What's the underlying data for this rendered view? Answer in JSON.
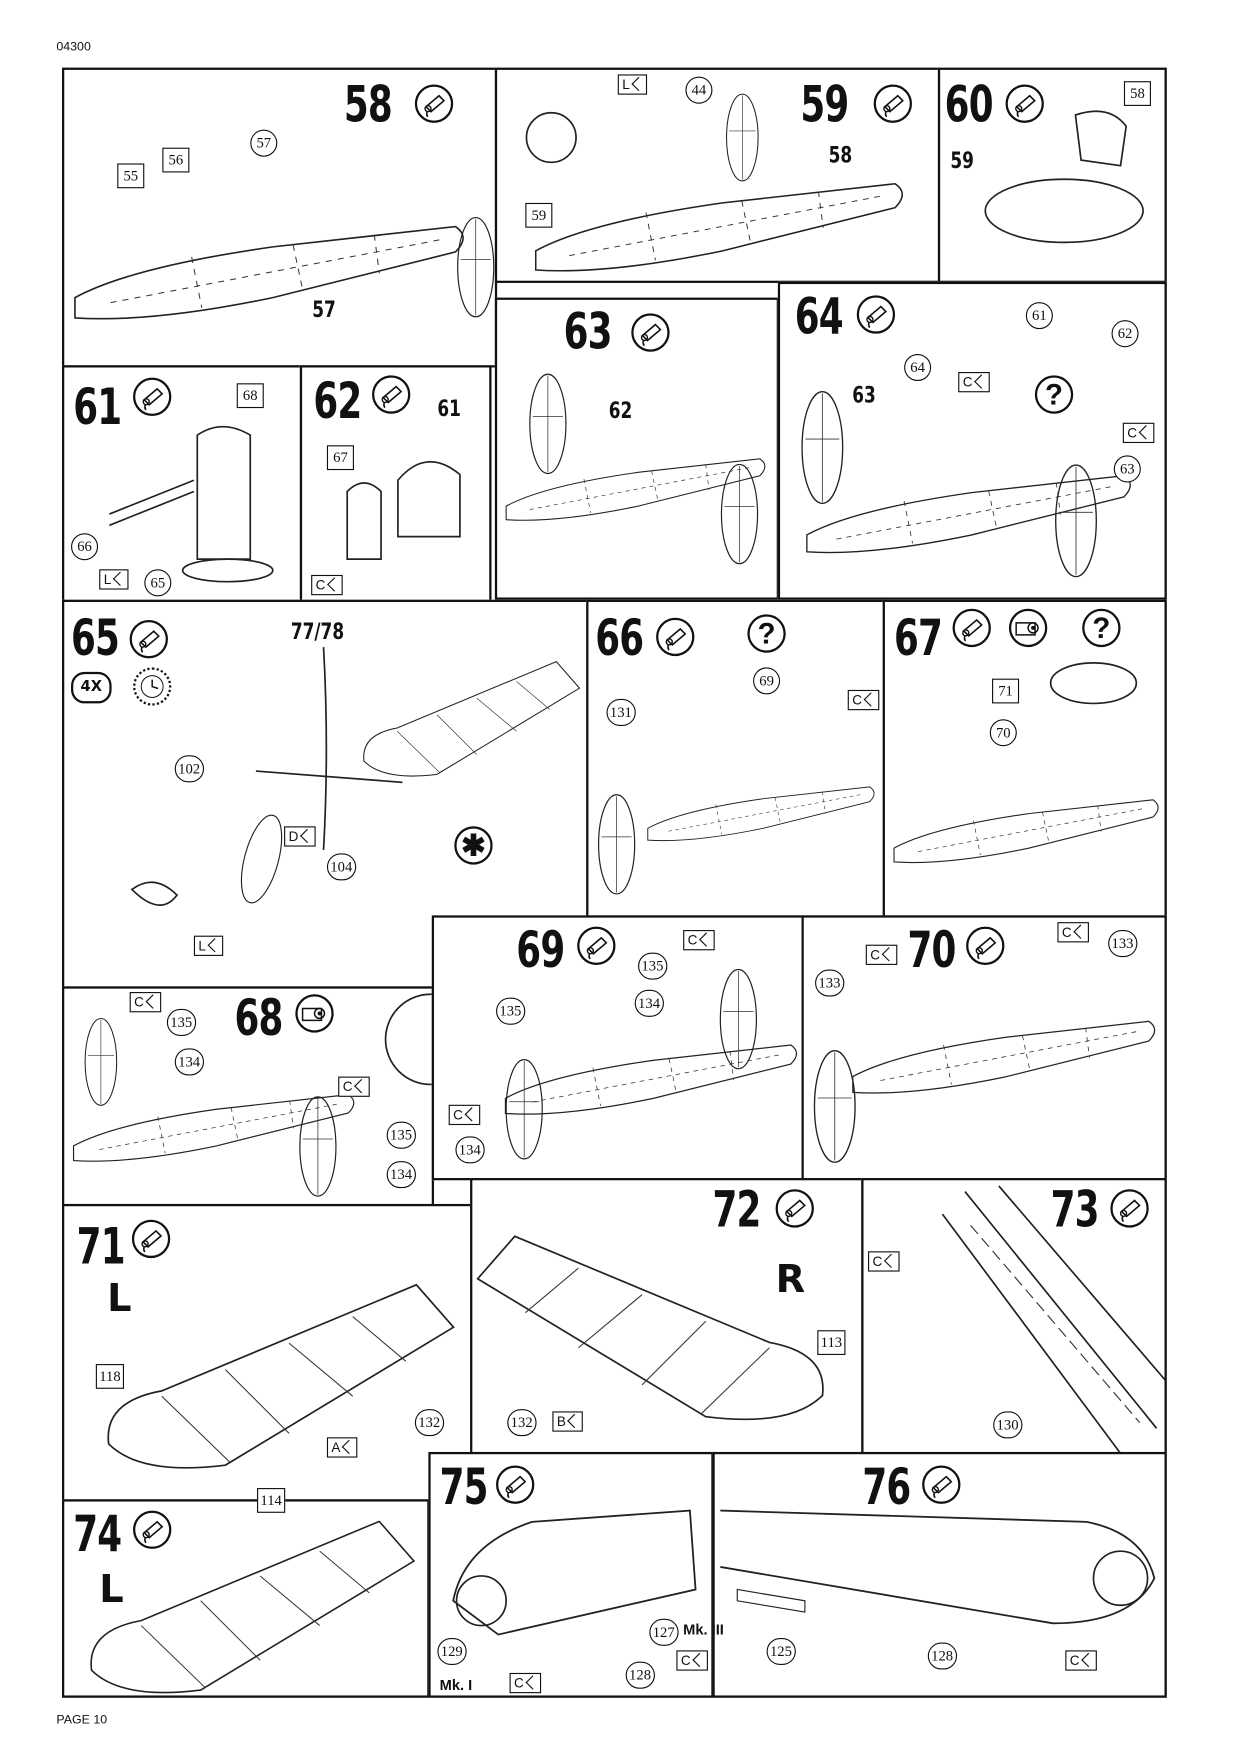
{
  "header": {
    "code": "04300"
  },
  "footer": {
    "page": "PAGE 10"
  },
  "icons": {
    "glue": "glue-tube-icon",
    "paint": "paint-icon",
    "clock": "clock-drying-icon",
    "question": "optional-question-icon",
    "sprue_tag": "sprue-tag-icon"
  },
  "steps": {
    "58": {
      "number": "58",
      "labels": [
        "55",
        "56",
        "57",
        "57"
      ]
    },
    "59": {
      "number": "59",
      "labels": [
        "44",
        "58",
        "59",
        "L"
      ]
    },
    "60": {
      "number": "60",
      "labels": [
        "58",
        "59"
      ]
    },
    "61": {
      "number": "61",
      "labels": [
        "68",
        "66",
        "L",
        "65"
      ]
    },
    "62": {
      "number": "62",
      "labels": [
        "61",
        "67",
        "C"
      ]
    },
    "63": {
      "number": "63",
      "labels": [
        "62"
      ]
    },
    "64": {
      "number": "64",
      "labels": [
        "61",
        "62",
        "64",
        "63",
        "C",
        "?",
        "C",
        "63"
      ]
    },
    "65": {
      "number": "65",
      "labels": [
        "4X",
        "77/78",
        "102",
        "104",
        "D",
        "L",
        "✱"
      ]
    },
    "66": {
      "number": "66",
      "labels": [
        "?",
        "69",
        "C",
        "131"
      ]
    },
    "67": {
      "number": "67",
      "labels": [
        "?",
        "71",
        "70"
      ]
    },
    "68": {
      "number": "68",
      "labels": [
        "C",
        "135",
        "134",
        "C",
        "135",
        "134"
      ]
    },
    "69": {
      "number": "69",
      "labels": [
        "C",
        "135",
        "134",
        "135",
        "C",
        "134"
      ]
    },
    "70": {
      "number": "70",
      "labels": [
        "C",
        "133",
        "C",
        "133"
      ]
    },
    "71": {
      "number": "71",
      "labels": [
        "L",
        "118",
        "132",
        "A"
      ]
    },
    "72": {
      "number": "72",
      "labels": [
        "R",
        "113",
        "132",
        "B"
      ]
    },
    "73": {
      "number": "73",
      "labels": [
        "C",
        "130"
      ]
    },
    "74": {
      "number": "74",
      "labels": [
        "L",
        "114"
      ]
    },
    "75": {
      "number": "75",
      "labels": [
        "129",
        "Mk. I",
        "C",
        "128",
        "127",
        "Mk. III",
        "C"
      ]
    },
    "76": {
      "number": "76",
      "labels": [
        "125",
        "128",
        "C"
      ]
    }
  }
}
